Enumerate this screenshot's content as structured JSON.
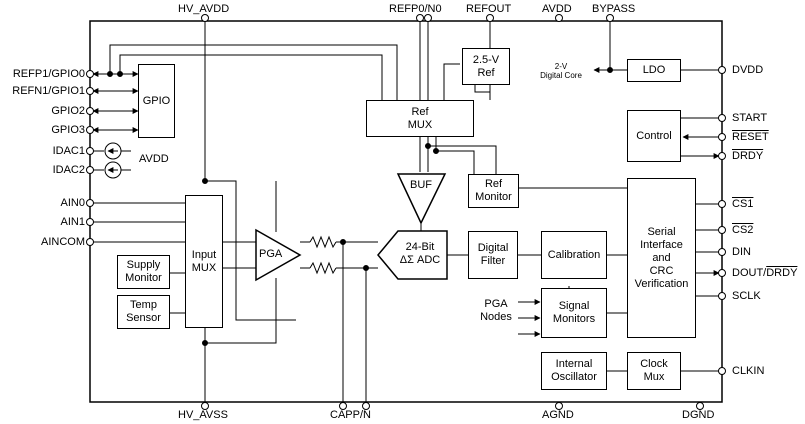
{
  "pins_top": [
    "HV_AVDD",
    "REFP0/N0",
    "REFOUT",
    "AVDD",
    "BYPASS"
  ],
  "pins_bottom": [
    "HV_AVSS",
    "CAPP/N",
    "AGND",
    "DGND"
  ],
  "pins_left": [
    "REFP1/GPIO0",
    "REFN1/GPIO1",
    "GPIO2",
    "GPIO3",
    "IDAC1",
    "IDAC2",
    "AIN0",
    "AIN1",
    "AINCOM"
  ],
  "pins_right": [
    "DVDD",
    "START",
    "RESET",
    "DRDY",
    "CS1",
    "CS2",
    "DIN",
    "DOUT/",
    "DRDY",
    "SCLK",
    "CLKIN"
  ],
  "blocks": {
    "gpio": "GPIO",
    "ref_2v5": [
      "2.5-V",
      "Ref"
    ],
    "ref_mux": [
      "Ref",
      "MUX"
    ],
    "ldo": "LDO",
    "control": "Control",
    "buf": "BUF",
    "ref_monitor": [
      "Ref",
      "Monitor"
    ],
    "input_mux": [
      "Input",
      "MUX"
    ],
    "supply_monitor": [
      "Supply",
      "Monitor"
    ],
    "temp_sensor": [
      "Temp",
      "Sensor"
    ],
    "pga": "PGA",
    "adc": [
      "24-Bit",
      "ΔΣ ADC"
    ],
    "digital_filter": [
      "Digital",
      "Filter"
    ],
    "calibration": "Calibration",
    "signal_monitors": [
      "Signal",
      "Monitors"
    ],
    "serial_interface": [
      "Serial",
      "Interface",
      "and",
      "CRC",
      "Verification"
    ],
    "internal_oscillator": [
      "Internal",
      "Oscillator"
    ],
    "clock_mux": [
      "Clock",
      "Mux"
    ]
  },
  "labels": {
    "avdd_idac": "AVDD",
    "digital_core": [
      "2-V",
      "Digital Core"
    ],
    "pga_nodes": [
      "PGA",
      "Nodes"
    ]
  }
}
